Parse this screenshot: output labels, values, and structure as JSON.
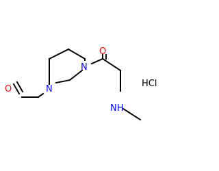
{
  "molecule": {
    "atoms": {
      "oxygen_formyl": "O",
      "nitrogen_ring_left": "N",
      "nitrogen_ring_right": "N",
      "oxygen_carbonyl": "O",
      "amine": "NH",
      "salt": "HCl"
    },
    "colors": {
      "bond": "#000000",
      "oxygen": "#ff0000",
      "nitrogen": "#0000ff",
      "salt": "#000000"
    }
  }
}
